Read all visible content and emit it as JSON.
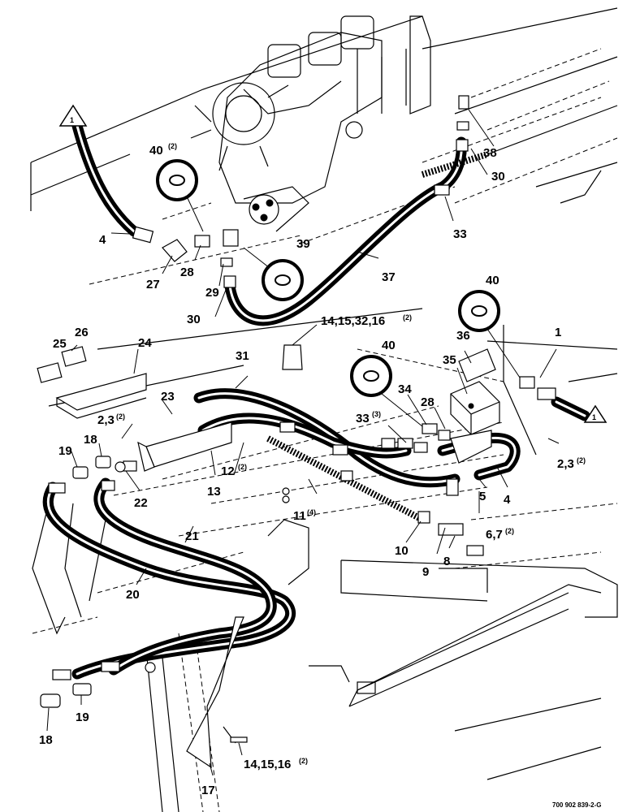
{
  "diagram": {
    "figure_code": "700 902 839-2-G",
    "callouts": [
      {
        "id": "c1",
        "text": "1",
        "qty": ""
      },
      {
        "id": "c4-top",
        "text": "4",
        "qty": ""
      },
      {
        "id": "c27",
        "text": "27",
        "qty": ""
      },
      {
        "id": "c28-top",
        "text": "28",
        "qty": ""
      },
      {
        "id": "c29",
        "text": "29",
        "qty": ""
      },
      {
        "id": "c30-left",
        "text": "30",
        "qty": ""
      },
      {
        "id": "c40-top",
        "text": "40",
        "qty": "(2)"
      },
      {
        "id": "c39",
        "text": "39",
        "qty": ""
      },
      {
        "id": "c37",
        "text": "37",
        "qty": ""
      },
      {
        "id": "c33-top",
        "text": "33",
        "qty": ""
      },
      {
        "id": "c30-right",
        "text": "30",
        "qty": ""
      },
      {
        "id": "c38",
        "text": "38",
        "qty": ""
      },
      {
        "id": "c14-top",
        "text": "14,15,32,16",
        "qty": "(2)"
      },
      {
        "id": "c40-mid-right",
        "text": "40",
        "qty": ""
      },
      {
        "id": "c40-mid",
        "text": "40",
        "qty": ""
      },
      {
        "id": "c25",
        "text": "25",
        "qty": ""
      },
      {
        "id": "c26",
        "text": "26",
        "qty": ""
      },
      {
        "id": "c24",
        "text": "24",
        "qty": ""
      },
      {
        "id": "c31",
        "text": "31",
        "qty": ""
      },
      {
        "id": "c36",
        "text": "36",
        "qty": ""
      },
      {
        "id": "c35",
        "text": "35",
        "qty": ""
      },
      {
        "id": "c1-right",
        "text": "1",
        "qty": ""
      },
      {
        "id": "c34",
        "text": "34",
        "qty": ""
      },
      {
        "id": "c28-mid",
        "text": "28",
        "qty": ""
      },
      {
        "id": "c23",
        "text": "23",
        "qty": ""
      },
      {
        "id": "c33-mid",
        "text": "33",
        "qty": "(3)"
      },
      {
        "id": "c2-left",
        "text": "2,3",
        "qty": "(2)"
      },
      {
        "id": "c19-top",
        "text": "19",
        "qty": ""
      },
      {
        "id": "c18-top",
        "text": "18",
        "qty": ""
      },
      {
        "id": "c12",
        "text": "12",
        "qty": "(2)"
      },
      {
        "id": "c13",
        "text": "13",
        "qty": ""
      },
      {
        "id": "c22",
        "text": "22",
        "qty": ""
      },
      {
        "id": "c2-right",
        "text": "2,3",
        "qty": "(2)"
      },
      {
        "id": "c5",
        "text": "5",
        "qty": ""
      },
      {
        "id": "c4-mid",
        "text": "4",
        "qty": ""
      },
      {
        "id": "c11",
        "text": "11",
        "qty": "(4)"
      },
      {
        "id": "c6",
        "text": "6,7",
        "qty": "(2)"
      },
      {
        "id": "c21",
        "text": "21",
        "qty": ""
      },
      {
        "id": "c10",
        "text": "10",
        "qty": ""
      },
      {
        "id": "c9",
        "text": "9",
        "qty": ""
      },
      {
        "id": "c8",
        "text": "8",
        "qty": ""
      },
      {
        "id": "c20",
        "text": "20",
        "qty": ""
      },
      {
        "id": "c19-bot",
        "text": "19",
        "qty": ""
      },
      {
        "id": "c18-bot",
        "text": "18",
        "qty": ""
      },
      {
        "id": "c14-bot",
        "text": "14,15,16",
        "qty": "(2)"
      },
      {
        "id": "c17",
        "text": "17",
        "qty": ""
      }
    ],
    "connection_markers": [
      {
        "id": "m-top-left",
        "text": "1"
      },
      {
        "id": "m-mid-right",
        "text": "1"
      }
    ]
  }
}
